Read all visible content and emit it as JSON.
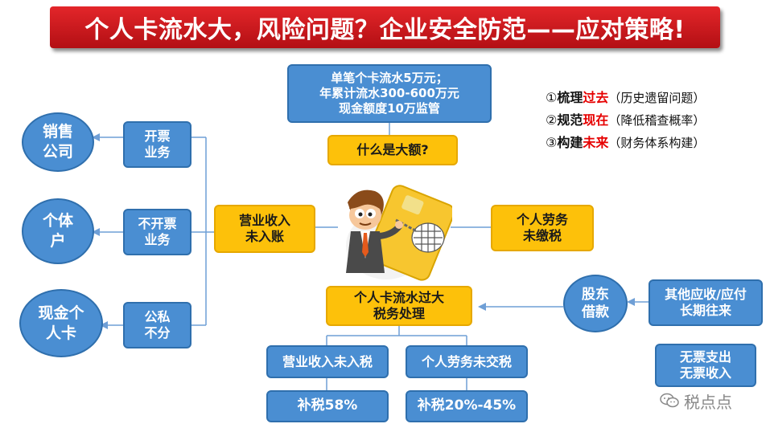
{
  "title": "个人卡流水大，风险问题？企业安全防范——应对策略!",
  "top_box": {
    "line1": "单笔个卡流水5万元；",
    "line2": "年累计流水300-600万元",
    "line3": "现金额度10万监管"
  },
  "what_is_large": "什么是大额?",
  "legend": [
    {
      "num": "①",
      "verb": "梳理",
      "key": "过去",
      "note": "（历史遗留问题）"
    },
    {
      "num": "②",
      "verb": "规范",
      "key": "现在",
      "note": "（降低稽查概率）"
    },
    {
      "num": "③",
      "verb": "构建",
      "key": "未来",
      "note": "（财务体系构建）"
    }
  ],
  "left_circles": [
    {
      "line1": "销售",
      "line2": "公司"
    },
    {
      "line1": "个体",
      "line2": "户"
    },
    {
      "line1": "现金个",
      "line2": "人卡"
    }
  ],
  "left_boxes": [
    {
      "line1": "开票",
      "line2": "业务"
    },
    {
      "line1": "不开票",
      "line2": "业务"
    },
    {
      "line1": "公私",
      "line2": "不分"
    }
  ],
  "revenue_box": {
    "line1": "营业收入",
    "line2": "未入账"
  },
  "labor_box": {
    "line1": "个人劳务",
    "line2": "未缴税"
  },
  "center_box": {
    "line1": "个人卡流水过大",
    "line2": "税务处理"
  },
  "bottom_boxes": [
    {
      "label": "营业收入未入税",
      "result": "补税58%"
    },
    {
      "label": "个人劳务未交税",
      "result": "补税20%-45%"
    }
  ],
  "shareholder_circle": {
    "line1": "股东",
    "line2": "借款"
  },
  "other_box": {
    "line1": "其他应收/应付",
    "line2": "长期往来"
  },
  "no_ticket_box": {
    "line1": "无票支出",
    "line2": "无票收入"
  },
  "watermark": "税点点",
  "colors": {
    "blue": "#4a8ed2",
    "yellow": "#fdc10a",
    "red": "#e60000",
    "banner": "#c8181d"
  }
}
